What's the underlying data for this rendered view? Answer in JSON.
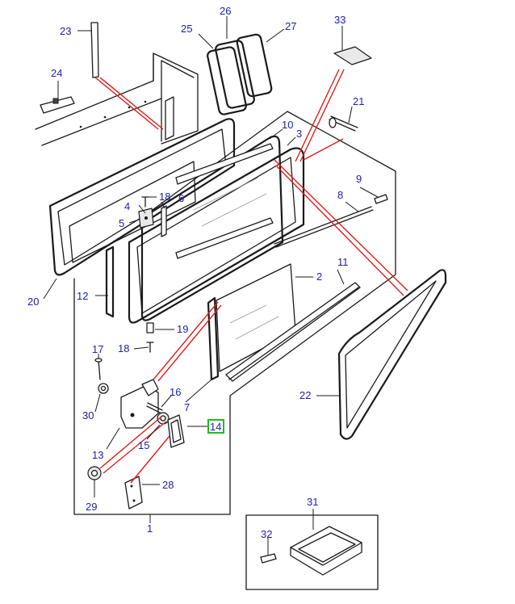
{
  "colors": {
    "callout_text": "#2020b0",
    "outline": "#1a1a1a",
    "reference_line": "#e01e1e",
    "highlight": "#22bb22"
  },
  "highlighted_callout": "14",
  "callouts": [
    "1",
    "2",
    "3",
    "4",
    "5",
    "6",
    "7",
    "8",
    "9",
    "10",
    "11",
    "12",
    "13",
    "14",
    "15",
    "16",
    "17",
    "18",
    "18",
    "19",
    "20",
    "21",
    "22",
    "23",
    "24",
    "25",
    "26",
    "27",
    "28",
    "29",
    "30",
    "31",
    "32",
    "33"
  ]
}
